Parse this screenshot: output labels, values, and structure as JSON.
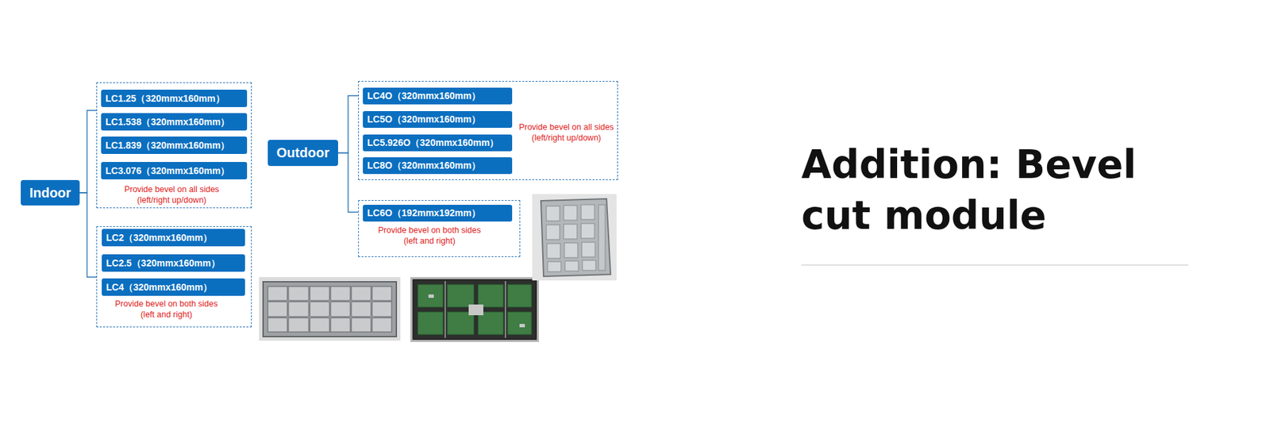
{
  "diagram": {
    "title": "Addition: Bevel cut module",
    "nodes": [
      {
        "text": [
          "Indoor"
        ]
      },
      {
        "text": [
          "Provide bevel on all sides (left/right up/down)"
        ]
      },
      {
        "text": [
          "LC1.25（320mmx160mm）"
        ],
        "in": 1
      },
      {
        "text": [
          "LC1.538（320mmx160mm）"
        ],
        "in": 1
      },
      {
        "text": [
          "LC1.839（320mmx160mm）"
        ],
        "in": 1
      },
      {
        "text": [
          "LC3.076（320mmx160mm）"
        ],
        "in": 1
      },
      {
        "text": [
          "Provide bevel on both sides (left and right)"
        ]
      },
      {
        "text": [
          "LC2（320mmx160mm）"
        ],
        "in": 6
      },
      {
        "text": [
          "LC2.5（320mmx160mm）"
        ],
        "in": 6
      },
      {
        "text": [
          "LC4（320mmx160mm）"
        ],
        "in": 6
      },
      {
        "text": [
          "Outdoor"
        ]
      },
      {
        "text": [
          "Provide bevel on all sides (left/right up/down)"
        ]
      },
      {
        "text": [
          "LC4O（320mmx160mm）"
        ],
        "in": 11
      },
      {
        "text": [
          "LC5O（320mmx160mm）"
        ],
        "in": 11
      },
      {
        "text": [
          "LC5.926O（320mmx160mm）"
        ],
        "in": 11
      },
      {
        "text": [
          "LC8O（320mmx160mm）"
        ],
        "in": 11
      },
      {
        "text": [
          "Provide bevel on both sides (left and right)"
        ]
      },
      {
        "text": [
          "LC6O（192mmx192mm）"
        ],
        "in": 16
      }
    ],
    "edges": [
      {
        "from": 0,
        "to": 1,
        "arrow": "none"
      },
      {
        "from": 0,
        "to": 6,
        "arrow": "none"
      },
      {
        "from": 10,
        "to": 11,
        "arrow": "none"
      },
      {
        "from": 10,
        "to": 16,
        "arrow": "none"
      }
    ]
  }
}
